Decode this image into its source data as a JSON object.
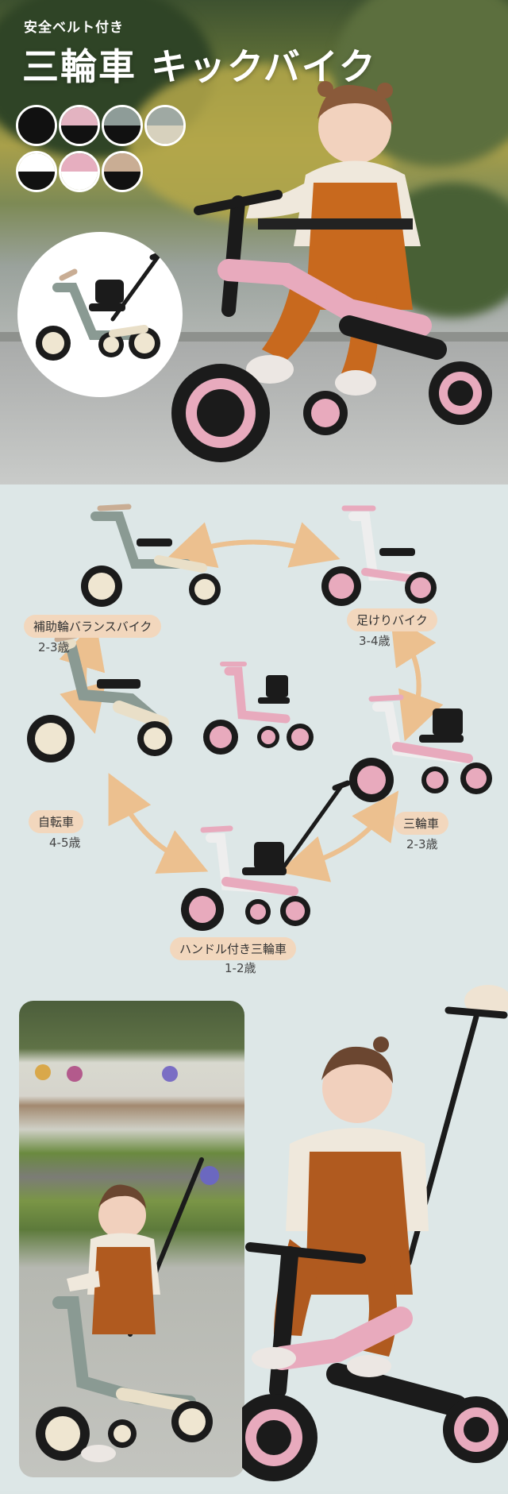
{
  "hero": {
    "subtitle": "安全ベルト付き",
    "title": "三輪車 キックバイク",
    "swatches": [
      {
        "top": "#111111",
        "bottom": "#111111"
      },
      {
        "top": "#e3b3c1",
        "bottom": "#111111"
      },
      {
        "top": "#8e9c98",
        "bottom": "#111111"
      },
      {
        "top": "#9fa9a3",
        "bottom": "#d7d1bd"
      },
      {
        "top": "#ffffff",
        "bottom": "#111111"
      },
      {
        "top": "#e6aebf",
        "bottom": "#ffffff"
      },
      {
        "top": "#c9ad94",
        "bottom": "#111111"
      }
    ]
  },
  "forms": {
    "items": [
      {
        "label": "補助輪バランスバイク",
        "age": "2-3歳"
      },
      {
        "label": "足けりバイク",
        "age": "3-4歳"
      },
      {
        "label": "自転車",
        "age": "4-5歳"
      },
      {
        "label": "三輪車",
        "age": "2-3歳"
      },
      {
        "label": "ハンドル付き三輪車",
        "age": "1-2歳"
      }
    ]
  },
  "colors": {
    "pink": "#e8aabd",
    "sage": "#8a9a93",
    "cream": "#e9dfc8",
    "black": "#1b1b1b",
    "arrow": "#ecc08f"
  }
}
